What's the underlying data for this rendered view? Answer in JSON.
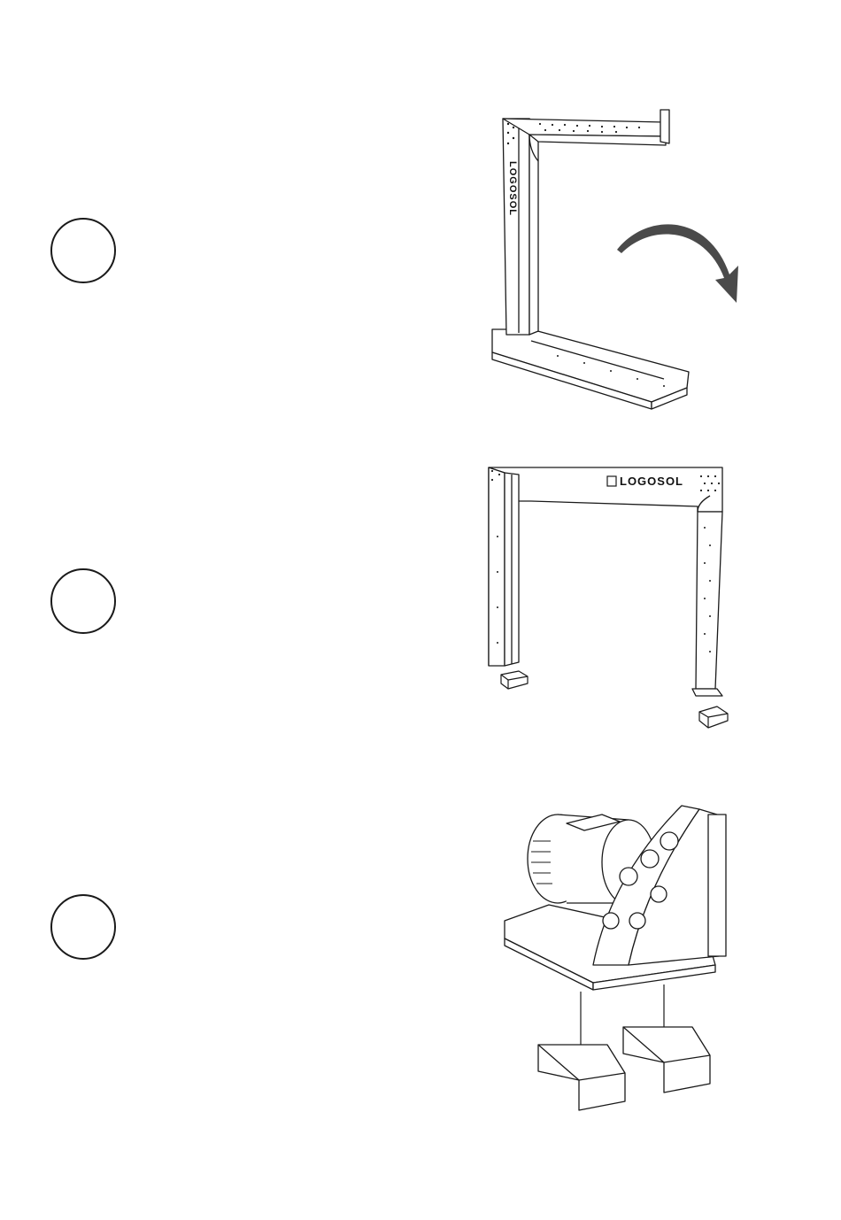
{
  "brand": {
    "logo_text_step1": "LOGOSOL",
    "logo_text_step2": "LOGOSOL"
  },
  "steps": [
    {
      "number": "",
      "illustration": "frame-with-rotate-arrow"
    },
    {
      "number": "",
      "illustration": "frame-upright-on-blocks"
    },
    {
      "number": "",
      "illustration": "motor-unit-on-blocks"
    }
  ],
  "colors": {
    "ink": "#1a1a1a",
    "arrow": "#4a4a4a",
    "paper": "#ffffff"
  }
}
